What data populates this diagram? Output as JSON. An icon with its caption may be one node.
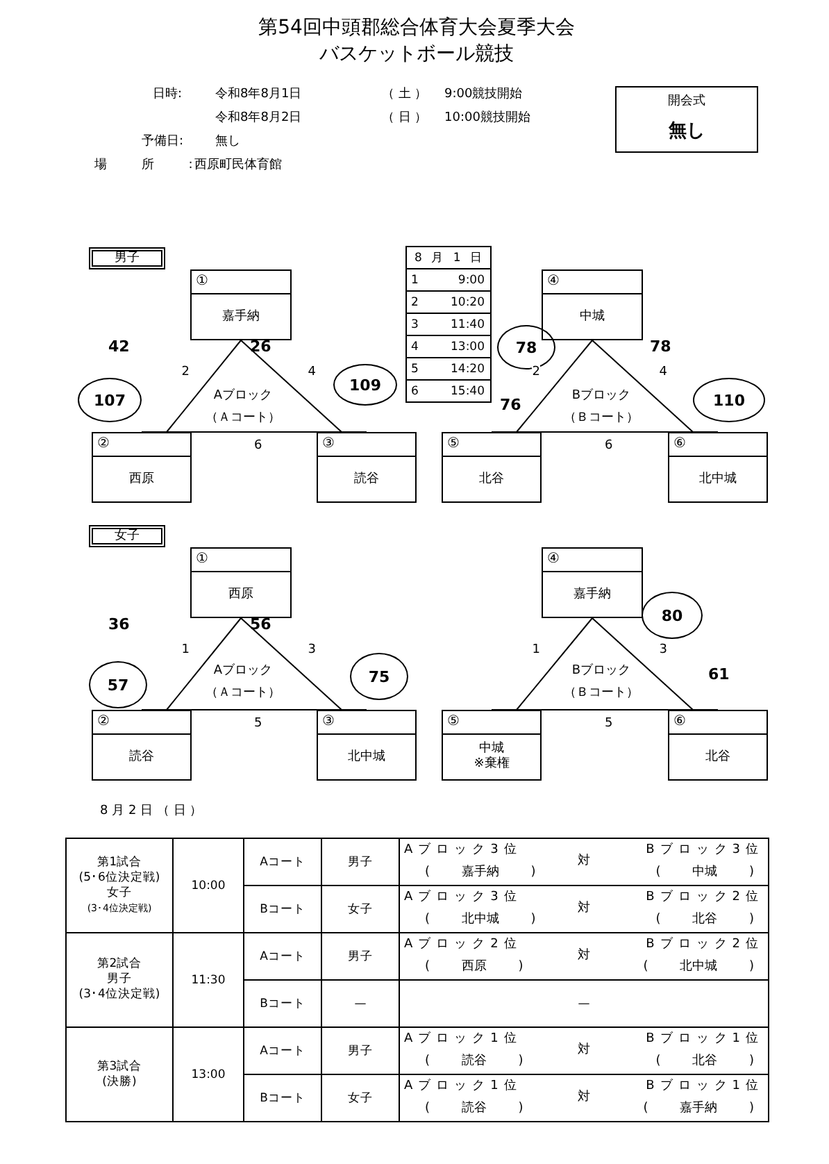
{
  "diagram": {
    "title": "第54回中頭郡総合体育大会夏季大会",
    "nodes": [
      {
        "text": [
          "開会式",
          "無し"
        ]
      },
      {
        "text": [
          "男子"
        ]
      },
      {
        "text": [
          "①",
          "嘉手納"
        ]
      },
      {
        "text": [
          "②",
          "西原"
        ]
      },
      {
        "text": [
          "③",
          "読谷"
        ]
      },
      {
        "text": [
          "④",
          "中城"
        ]
      },
      {
        "text": [
          "⑤",
          "北谷"
        ]
      },
      {
        "text": [
          "⑥",
          "北中城"
        ]
      },
      {
        "text": [
          "107"
        ]
      },
      {
        "text": [
          "109"
        ]
      },
      {
        "text": [
          "78"
        ]
      },
      {
        "text": [
          "110"
        ]
      },
      {
        "text": [
          "女子"
        ]
      },
      {
        "text": [
          "①",
          "西原"
        ]
      },
      {
        "text": [
          "②",
          "読谷"
        ]
      },
      {
        "text": [
          "③",
          "北中城"
        ]
      },
      {
        "text": [
          "④",
          "嘉手納"
        ]
      },
      {
        "text": [
          "⑤",
          "中城",
          "※棄権"
        ]
      },
      {
        "text": [
          "⑥",
          "北谷"
        ]
      },
      {
        "text": [
          "57"
        ]
      },
      {
        "text": [
          "75"
        ]
      },
      {
        "text": [
          "80"
        ]
      }
    ],
    "edges": [
      {
        "from": 2,
        "to": 3,
        "arrow": "none",
        "label": "2"
      },
      {
        "from": 2,
        "to": 4,
        "arrow": "none",
        "label": "4"
      },
      {
        "from": 3,
        "to": 4,
        "arrow": "none",
        "label": "6"
      },
      {
        "from": 5,
        "to": 6,
        "arrow": "none",
        "label": "2"
      },
      {
        "from": 5,
        "to": 7,
        "arrow": "none",
        "label": "4"
      },
      {
        "from": 6,
        "to": 7,
        "arrow": "none",
        "label": "6"
      },
      {
        "from": 13,
        "to": 14,
        "arrow": "none",
        "label": "1"
      },
      {
        "from": 13,
        "to": 15,
        "arrow": "none",
        "label": "3"
      },
      {
        "from": 14,
        "to": 15,
        "arrow": "none",
        "label": "5"
      },
      {
        "from": 16,
        "to": 17,
        "arrow": "none",
        "label": "1"
      },
      {
        "from": 16,
        "to": 18,
        "arrow": "none",
        "label": "3"
      },
      {
        "from": 17,
        "to": 18,
        "arrow": "none",
        "label": "5"
      }
    ],
    "labels": [
      "バスケットボール競技",
      "日時:",
      "令和8年8月1日",
      "（ 土 ）",
      "9:00競技開始",
      "令和8年8月2日",
      "（ 日 ）",
      "10:00競技開始",
      "予備日:",
      "無し",
      "場 所 :",
      "西原町民体育館",
      "8 月 1 日",
      "1",
      "9:00",
      "2",
      "10:20",
      "3",
      "11:40",
      "4",
      "13:00",
      "5",
      "14:20",
      "6",
      "15:40",
      "42",
      "26",
      "Aブロック",
      "（Ａコート）",
      "78",
      "76",
      "Bブロック",
      "（Ｂコート）",
      "36",
      "56",
      "Aブロック",
      "（Ａコート）",
      "Bブロック",
      "（Ｂコート）",
      "61",
      "8 月 2 日 （ 日 ）",
      "第1試合",
      "(5･6位決定戦)",
      "女子",
      "(3･4位決定戦)",
      "10:00",
      "Aコート",
      "男子",
      "Aブロック3位",
      "( 嘉手納 )",
      "対",
      "Bブロック3位",
      "( 中城 )",
      "Bコート",
      "女子",
      "Aブロック3位",
      "( 北中城 )",
      "対",
      "Bブロック2位",
      "( 北谷 )",
      "第2試合",
      "男子",
      "(3･4位決定戦)",
      "11:30",
      "Aコート",
      "男子",
      "Aブロック2位",
      "( 西原 )",
      "対",
      "Bブロック2位",
      "( 北中城 )",
      "Bコート",
      "—",
      "—",
      "第3試合",
      "(決勝)",
      "13:00",
      "Aコート",
      "男子",
      "Aブロック1位",
      "( 読谷 )",
      "対",
      "Bブロック1位",
      "( 北谷 )",
      "Bコート",
      "女子",
      "Aブロック1位",
      "( 読谷 )",
      "対",
      "Bブロック1位",
      "( 嘉手納 )"
    ]
  }
}
